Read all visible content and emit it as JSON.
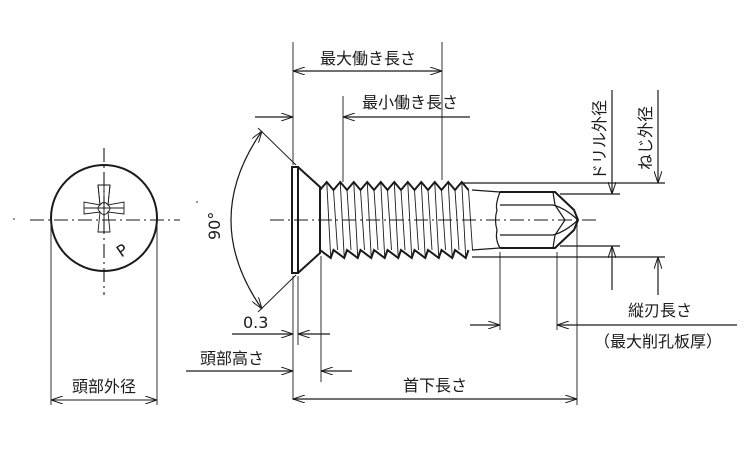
{
  "diagram": {
    "type": "technical-drawing",
    "subject": "countersunk-head self-drilling screw (Phillips)",
    "colors": {
      "line": "#1a1a1a",
      "background": "#ffffff"
    },
    "head_view": {
      "recess_type_mark": "P"
    },
    "labels": {
      "max_working_length": "最大働き長さ",
      "min_working_length": "最小働き長さ",
      "drill_outer_diameter": "ドリル外径",
      "thread_outer_diameter": "ねじ外径",
      "head_angle": "90°",
      "head_edge_thickness": "0.3",
      "head_height": "頭部高さ",
      "head_outer_diameter": "頭部外径",
      "length_under_head": "首下長さ",
      "flute_length": "縦刃長さ",
      "max_drilling_thickness": "（最大削孔板厚）"
    }
  }
}
